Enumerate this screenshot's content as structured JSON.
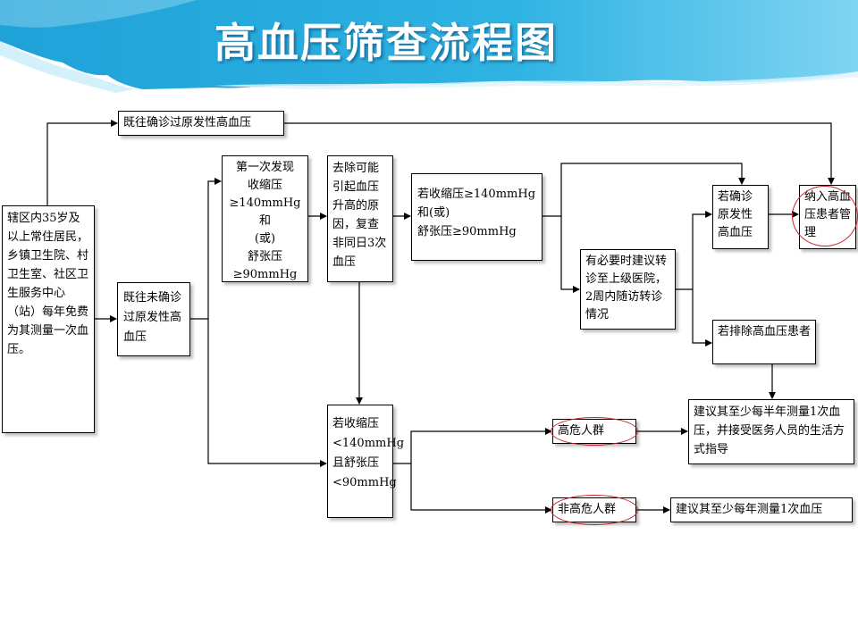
{
  "title": "高血压筛查流程图",
  "boxes": {
    "residents": "辖区内35岁及以上常住居民，乡镇卫生院、村卫生室、社区卫生服务中心（站）每年免费为其测量一次血压。",
    "previously_diagnosed": "既往确诊过原发性高血压",
    "not_diagnosed": "既往未确诊过原发性高血压",
    "first_found": "第一次发现\n收缩压\n≥140mmHg和\n(或)\n舒张压\n≥90mmHg",
    "remove_causes": "去除可能引起血压升高的原因，复查非同日3次血压",
    "recheck_high": "若收缩压≥140mmHg\n和(或)\n舒张压≥90mmHg",
    "referral": "有必要时建议转诊至上级医院，2周内随访转诊情况",
    "confirmed": "若确诊原发性高血压",
    "manage": "纳入高血压患者管理",
    "excluded": "若排除高血压患者",
    "recheck_low": "若收缩压<140mmHg且舒张压<90mmHg",
    "high_risk": "高危人群",
    "non_high_risk": "非高危人群",
    "advice_half_year": "建议其至少每半年测量1次血压，并接受医务人员的生活方式指导",
    "advice_yearly": "建议其至少每年测量1次血压"
  },
  "colors": {
    "banner_start": "#1ea2d8",
    "banner_end": "#7fd4f2",
    "highlight_oval": "#c8202c"
  }
}
